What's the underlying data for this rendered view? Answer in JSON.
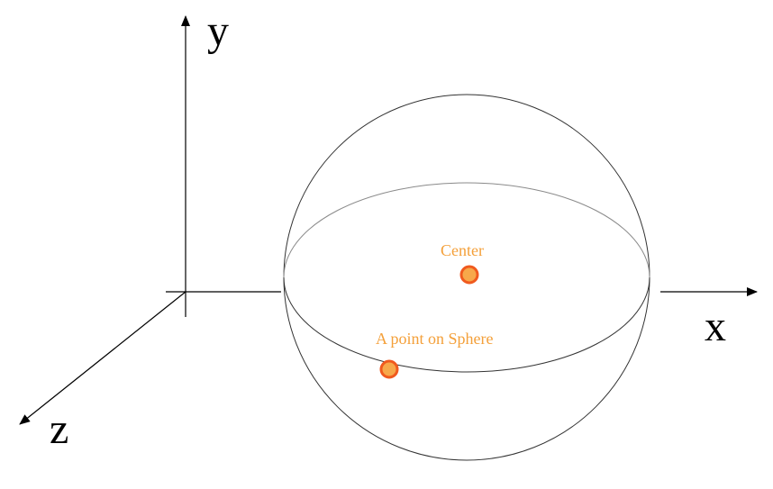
{
  "axes": {
    "x_label": "x",
    "y_label": "y",
    "z_label": "z"
  },
  "labels": {
    "center": "Center",
    "surface_point": "A point on Sphere"
  },
  "colors": {
    "axis": "#000000",
    "sphere_outline": "#333333",
    "equator_back": "#8a8a8a",
    "point_fill": "#f7a84a",
    "point_ring": "#f05a1e",
    "label_text": "#f4a03a"
  },
  "icons": {
    "center": "orange-dot",
    "surface_point": "orange-dot"
  }
}
